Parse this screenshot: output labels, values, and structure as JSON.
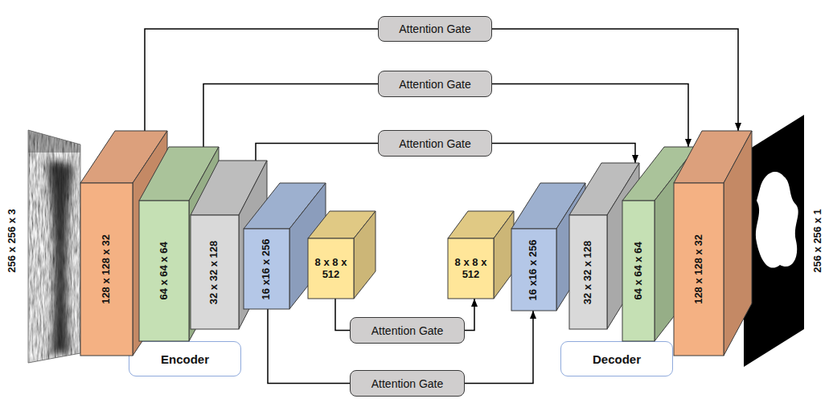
{
  "diagram": {
    "nodes": [
      {
        "text": [
          "Attention Gate"
        ]
      },
      {
        "text": [
          "Attention Gate"
        ]
      },
      {
        "text": [
          "Attention Gate"
        ]
      },
      {
        "text": [
          "128 x 128 x 32"
        ]
      },
      {
        "text": [
          "64 x 64 x 64"
        ]
      },
      {
        "text": [
          "32 x 32 x 128"
        ]
      },
      {
        "text": [
          "16 x16 x 256"
        ]
      },
      {
        "text": [
          "8 x 8 x 512"
        ]
      },
      {
        "text": [
          "8 x 8 x 512"
        ]
      },
      {
        "text": [
          "16 x16 x 256"
        ]
      },
      {
        "text": [
          "32 x 32 x 128"
        ]
      },
      {
        "text": [
          "64 x 64 x 64"
        ]
      },
      {
        "text": [
          "128 x 128 x 32"
        ]
      },
      {
        "text": [
          "Attention Gate"
        ]
      },
      {
        "text": [
          "Encoder"
        ]
      },
      {
        "text": [
          "Decoder"
        ]
      },
      {
        "text": [
          "Attention Gate"
        ]
      }
    ],
    "edges": [
      {
        "from": 3,
        "to": 0,
        "arrow": "none"
      },
      {
        "from": 0,
        "to": 12,
        "arrow": "to"
      },
      {
        "from": 4,
        "to": 1,
        "arrow": "none"
      },
      {
        "from": 1,
        "to": 11,
        "arrow": "to"
      },
      {
        "from": 5,
        "to": 2,
        "arrow": "none"
      },
      {
        "from": 2,
        "to": 10,
        "arrow": "to"
      },
      {
        "from": 7,
        "to": 13,
        "arrow": "none"
      },
      {
        "from": 13,
        "to": 8,
        "arrow": "to"
      },
      {
        "from": 6,
        "to": 16,
        "arrow": "none"
      },
      {
        "from": 16,
        "to": 9,
        "arrow": "to"
      }
    ],
    "labels": [
      "256 x 256 x 3",
      "256 x 256 x 1"
    ]
  }
}
